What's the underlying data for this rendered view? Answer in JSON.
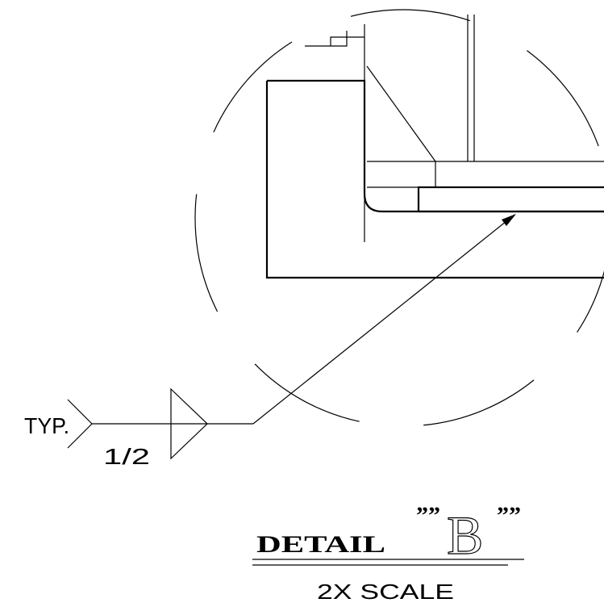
{
  "drawing": {
    "weld_note": "TYP.",
    "weld_size": "1/2",
    "title_word": "DETAIL",
    "title_quote_open": "””",
    "title_letter": "B",
    "title_quote_close": "””",
    "scale_label": "2X SCALE"
  }
}
